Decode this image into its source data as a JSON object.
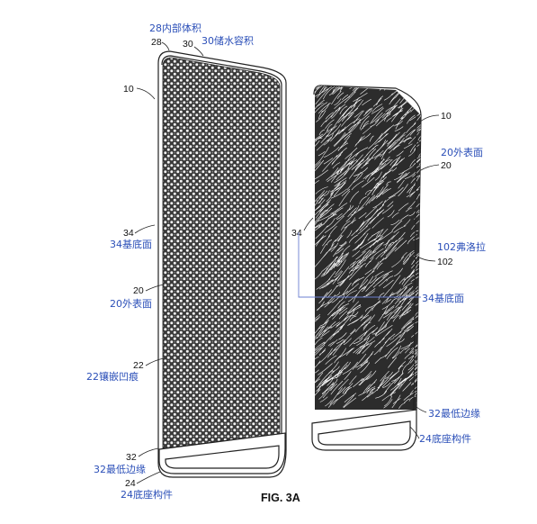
{
  "figure": {
    "caption": "FIG. 3A",
    "left_view": {
      "ref_28": "28",
      "ref_30": "30",
      "ref_10": "10",
      "ref_34": "34",
      "ref_20": "20",
      "ref_22": "22",
      "ref_32": "32",
      "ref_24": "24",
      "label_28": "28内部体积",
      "label_30": "30储水容积",
      "label_34": "34基底面",
      "label_20": "20外表面",
      "label_22": "22镶嵌凹痕",
      "label_32": "32最低边缘",
      "label_24": "24底座构件"
    },
    "right_view": {
      "ref_10": "10",
      "ref_20": "20",
      "ref_34": "34",
      "ref_102": "102",
      "label_20": "20外表面",
      "label_102": "102弗洛拉",
      "label_34": "34基底面",
      "label_32": "32最低边缘",
      "label_24": "24底座构件"
    }
  },
  "colors": {
    "annotation_blue": "#2b4fb8",
    "line": "#222222"
  }
}
